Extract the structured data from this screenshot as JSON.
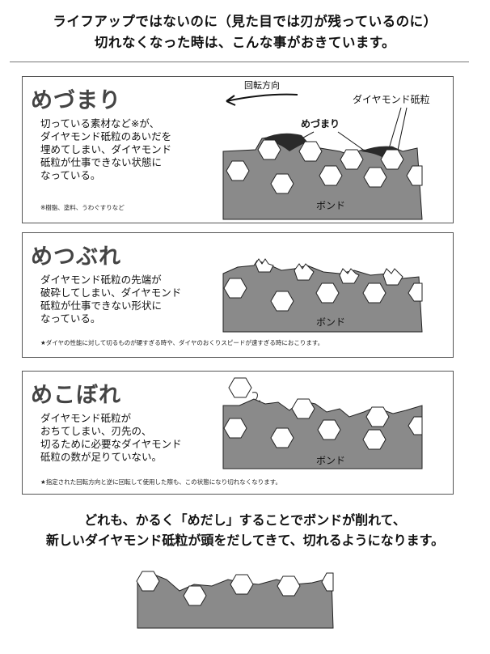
{
  "header": {
    "line1": "ライフアップではないのに（見た目では刃が残っているのに）",
    "line2": "切れなくなった時は、こんな事がおきています。"
  },
  "sections": [
    {
      "title": "めづまり",
      "description": "切っている素材など※が、\nダイヤモンド砥粒のあいだを\n埋めてしまい、ダイヤモンド\n砥粒が仕事できない状態に\nなっている。",
      "note": "※樹脂、塗料、うわぐすりなど",
      "diagram": {
        "rotation_label": "回転方向",
        "grain_label": "ダイヤモンド砥粒",
        "clog_label": "めづまり",
        "bond_label": "ボンド"
      }
    },
    {
      "title": "めつぶれ",
      "description": "ダイヤモンド砥粒の先端が\n破砕してしまい、ダイヤモンド\n砥粒が仕事できない形状に\nなっている。",
      "note": "★ダイヤの性能に対して切るものが硬すぎる時や、ダイヤのおくりスピードが速すぎる時におこります。",
      "diagram": {
        "bond_label": "ボンド"
      }
    },
    {
      "title": "めこぼれ",
      "description": "ダイヤモンド砥粒が\nおちてしまい、刃先の、\n切るために必要なダイヤモンド\n砥粒の数が足りていない。",
      "note": "★指定された回転方向と逆に回転して使用した際も、この状態になり切れなくなります。",
      "diagram": {
        "bond_label": "ボンド"
      }
    }
  ],
  "conclusion": {
    "line1": "どれも、かるく「めだし」することでボンドが削れて、",
    "line2": "新しいダイヤモンド砥粒が頭をだしてきて、切れるようになります。"
  },
  "colors": {
    "bond": "#8a8a8a",
    "clog": "#2a2a2a",
    "outline": "#111111"
  }
}
